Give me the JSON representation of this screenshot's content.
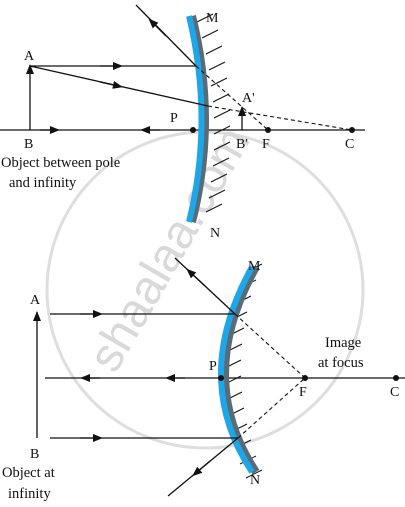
{
  "watermark": "shaalaa.com",
  "colors": {
    "mirror": "#1ea7e8",
    "mirror_back": "#5a6b78",
    "ink": "#111111",
    "watermark": "#d9d9d9"
  },
  "diagram_top": {
    "labels": {
      "M": "M",
      "N": "N",
      "A": "A",
      "B": "B",
      "P": "P",
      "A_prime": "A'",
      "B_prime": "B'",
      "F": "F",
      "C": "C"
    },
    "caption_line1": "Object between pole",
    "caption_line2": "and infinity"
  },
  "diagram_bottom": {
    "labels": {
      "M": "M",
      "N": "N",
      "A": "A",
      "B": "B",
      "P": "P",
      "F": "F",
      "C": "C"
    },
    "image_caption_line1": "Image",
    "image_caption_line2": "at focus",
    "caption_line1": "Object at",
    "caption_line2": "infinity"
  }
}
